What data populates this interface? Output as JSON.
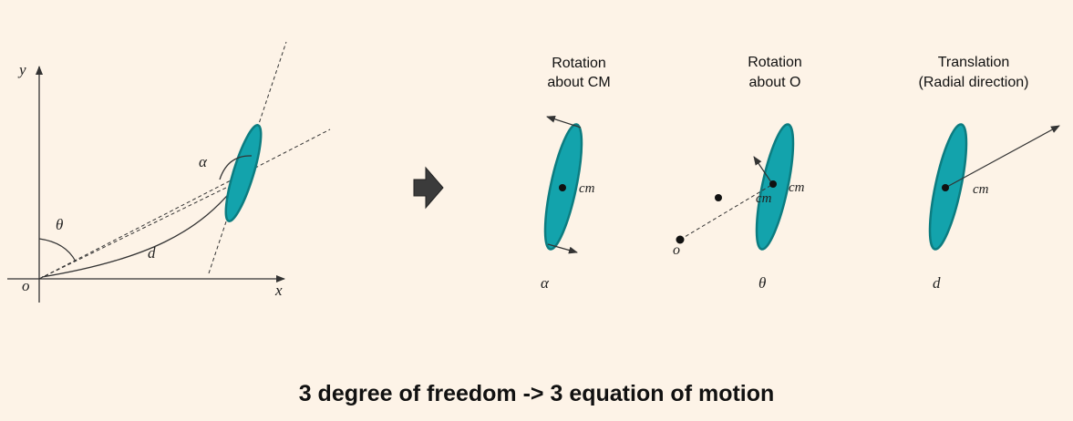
{
  "main_diagram": {
    "axis_x": "x",
    "axis_y": "y",
    "origin": "o",
    "theta": "θ",
    "alpha": "α",
    "distance": "d"
  },
  "panels": [
    {
      "title_line1": "Rotation",
      "title_line2": "about CM",
      "cm_label": "cm",
      "dof": "α"
    },
    {
      "title_line1": "Rotation",
      "title_line2": "about O",
      "cm_label": "cm",
      "origin_label": "o",
      "dof": "θ"
    },
    {
      "title_line1": "Translation",
      "title_line2": "(Radial direction)",
      "cm_label": "cm",
      "dof": "d"
    }
  ],
  "caption": "3 degree of freedom -> 3 equation of motion",
  "colors": {
    "background": "#fdf3e7",
    "ellipse_fill": "#13a3ac",
    "ellipse_stroke": "#0c7c80",
    "line": "#333333",
    "arrow_block": "#3b3b3b"
  }
}
